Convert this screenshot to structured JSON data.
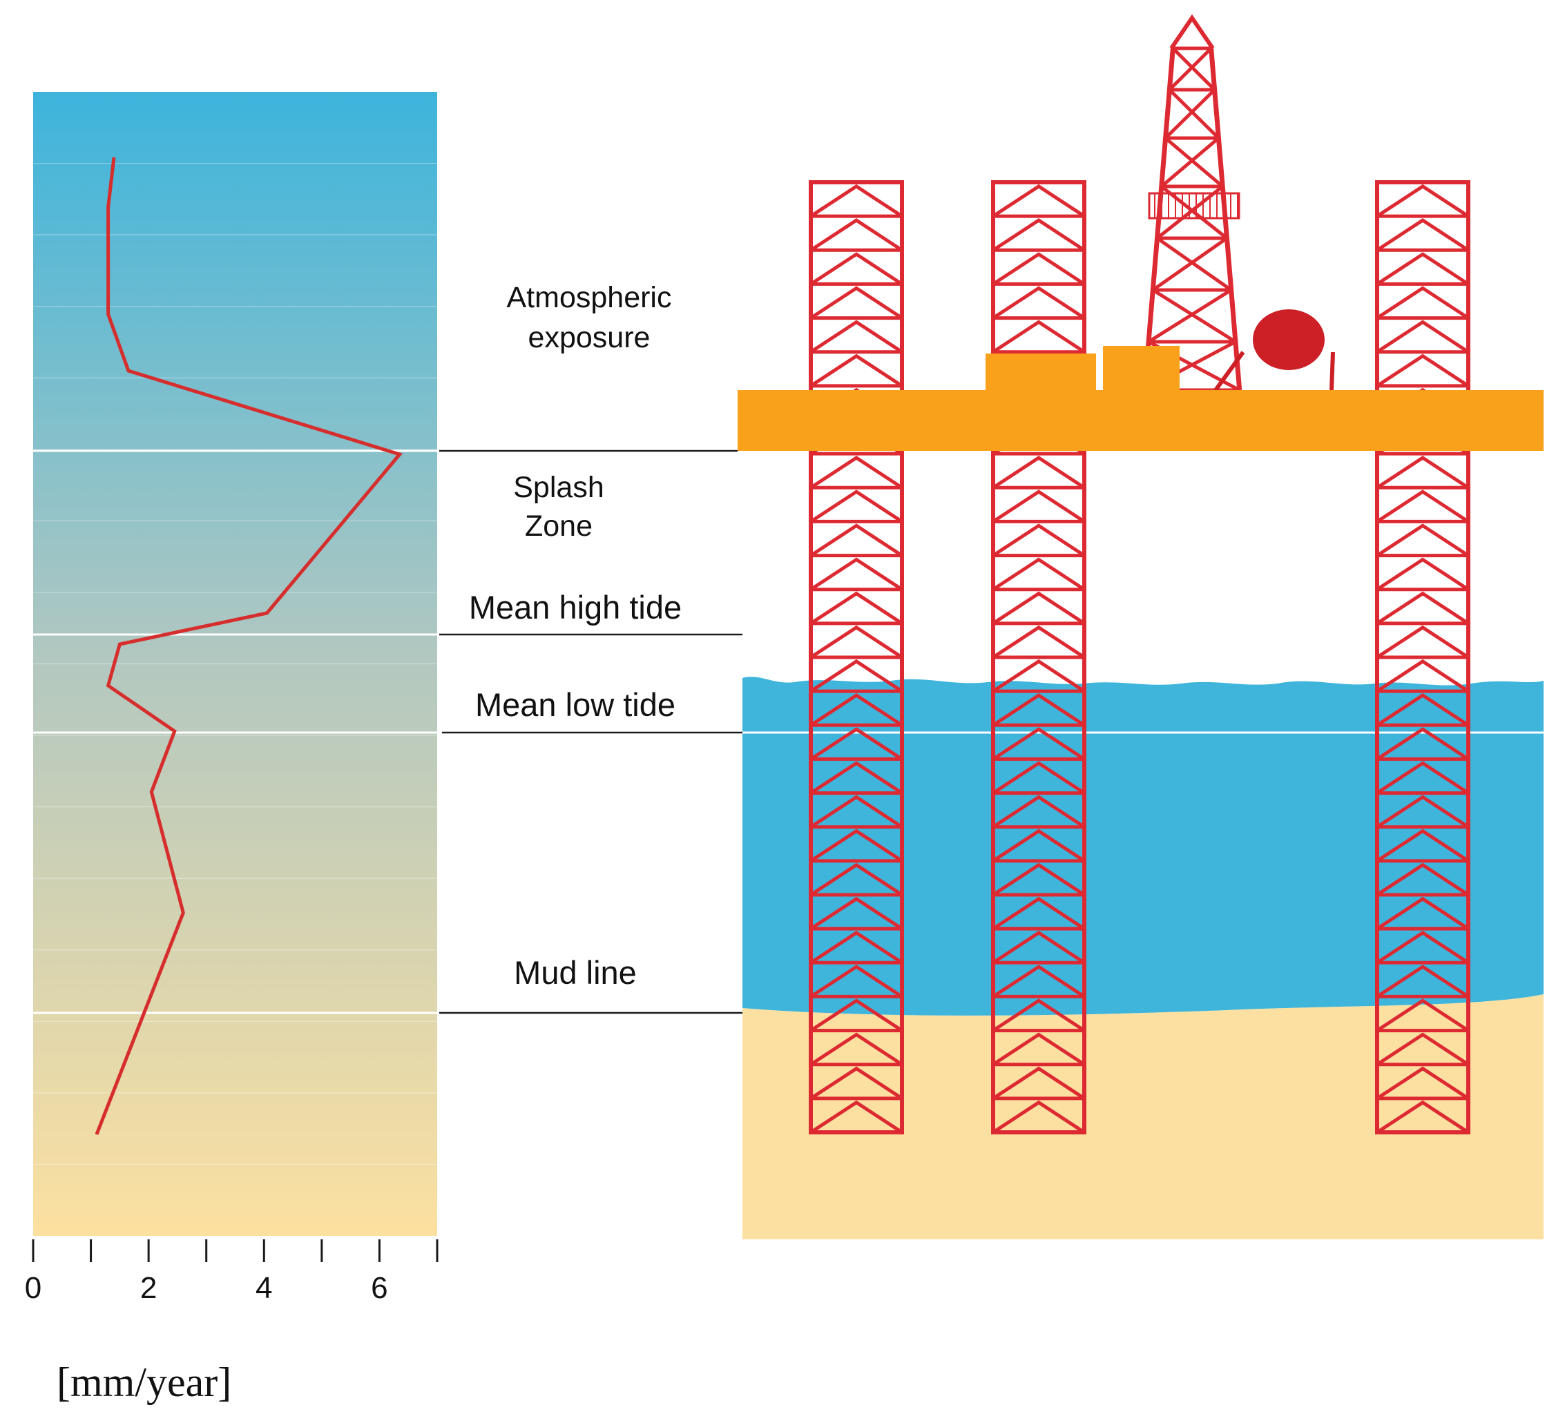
{
  "zones": {
    "atmospheric_line1": "Atmospheric",
    "atmospheric_line2": "exposure",
    "splash_line1": "Splash",
    "splash_line2": "Zone",
    "mean_high_tide": "Mean high tide",
    "mean_low_tide": "Mean low tide",
    "mud_line": "Mud line"
  },
  "chart_data": {
    "type": "line",
    "xlabel": "[mm/year]",
    "xlim": [
      0,
      7
    ],
    "x_ticks": [
      0,
      1,
      2,
      3,
      4,
      5,
      6,
      7
    ],
    "x_tick_labels": [
      "0",
      "2",
      "4",
      "6"
    ],
    "x_tick_label_values": [
      0,
      2,
      4,
      6
    ],
    "orientation": "vertical-profile",
    "series": [
      {
        "values": [
          1.4,
          1.3,
          1.3,
          1.65,
          6.35,
          4.05,
          1.5,
          1.3,
          2.45,
          2.05,
          2.6,
          1.1
        ]
      }
    ],
    "colors": {
      "line": "#d62d2d",
      "top": "#3db4dc",
      "bottom": "#fce0a0"
    }
  },
  "colors": {
    "structure": "#dd2a32",
    "deck": "#f9a11b",
    "sea": "#3fb5dc",
    "seabed": "#fce0a1",
    "tank": "#cc1f26"
  }
}
